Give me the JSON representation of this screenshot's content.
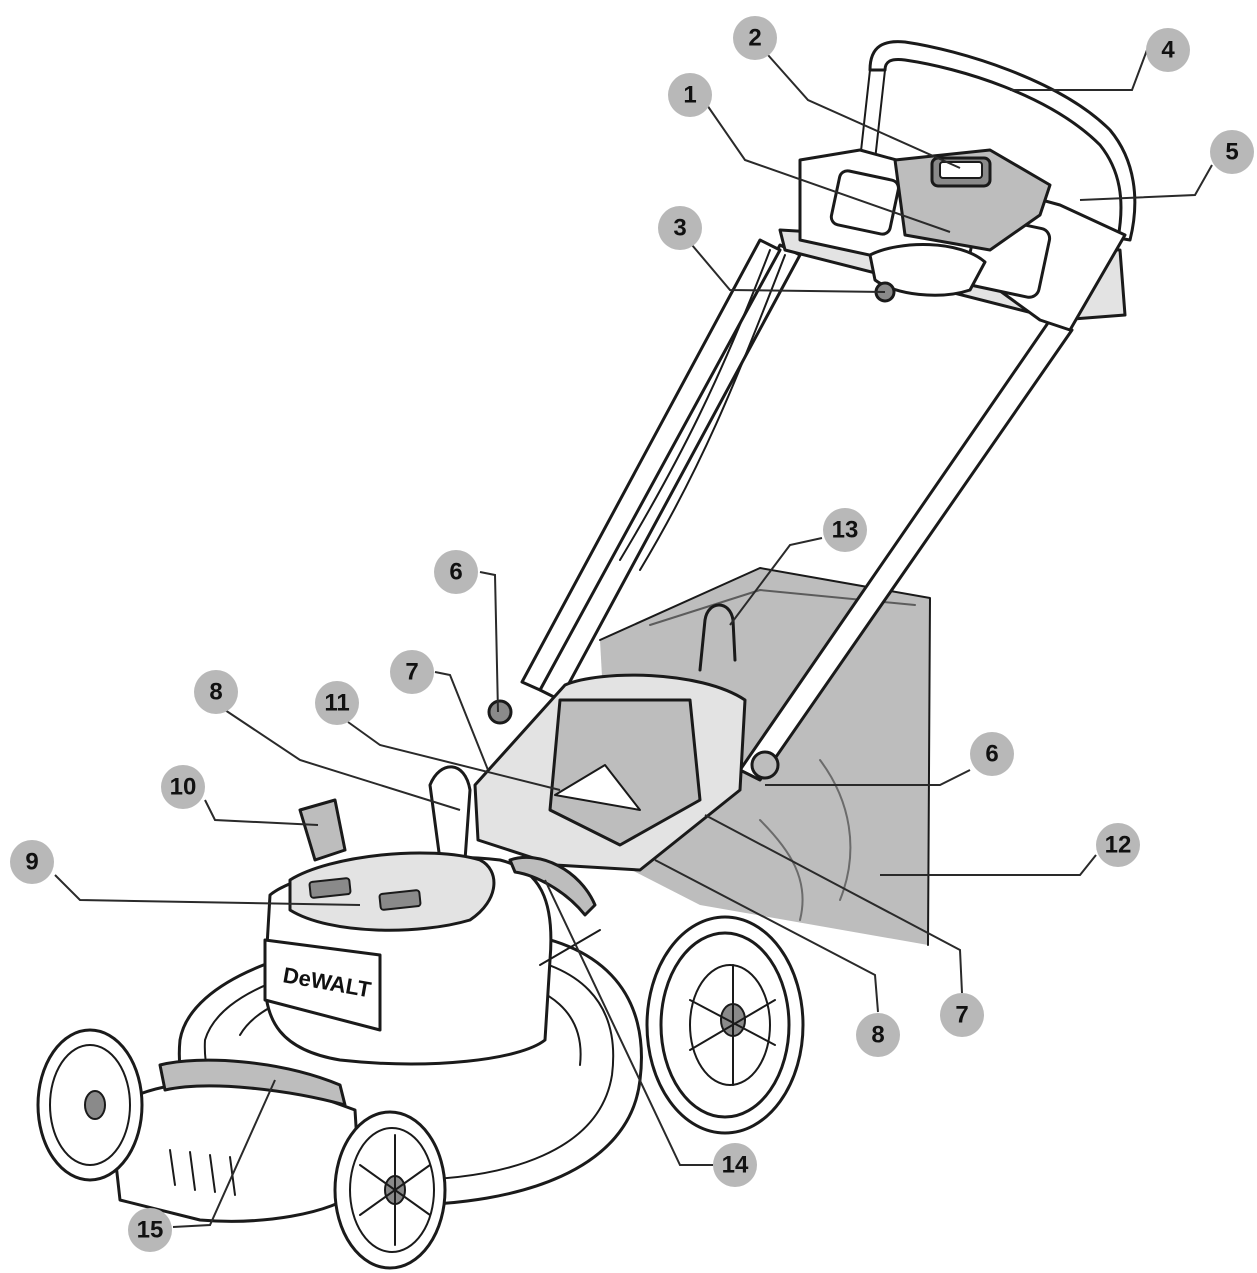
{
  "diagram": {
    "logo": "DeWALT",
    "colors": {
      "callout_fill": "#b8b8b8",
      "line": "#1a1a1a",
      "grass_bag": "#bdbdbd"
    },
    "callouts": [
      {
        "id": "c1",
        "number": "1"
      },
      {
        "id": "c2",
        "number": "2"
      },
      {
        "id": "c3",
        "number": "3"
      },
      {
        "id": "c4",
        "number": "4"
      },
      {
        "id": "c5",
        "number": "5"
      },
      {
        "id": "c6a",
        "number": "6"
      },
      {
        "id": "c6b",
        "number": "6"
      },
      {
        "id": "c7a",
        "number": "7"
      },
      {
        "id": "c7b",
        "number": "7"
      },
      {
        "id": "c8a",
        "number": "8"
      },
      {
        "id": "c8b",
        "number": "8"
      },
      {
        "id": "c9",
        "number": "9"
      },
      {
        "id": "c10",
        "number": "10"
      },
      {
        "id": "c11",
        "number": "11"
      },
      {
        "id": "c12",
        "number": "12"
      },
      {
        "id": "c13",
        "number": "13"
      },
      {
        "id": "c14",
        "number": "14"
      },
      {
        "id": "c15",
        "number": "15"
      }
    ]
  }
}
